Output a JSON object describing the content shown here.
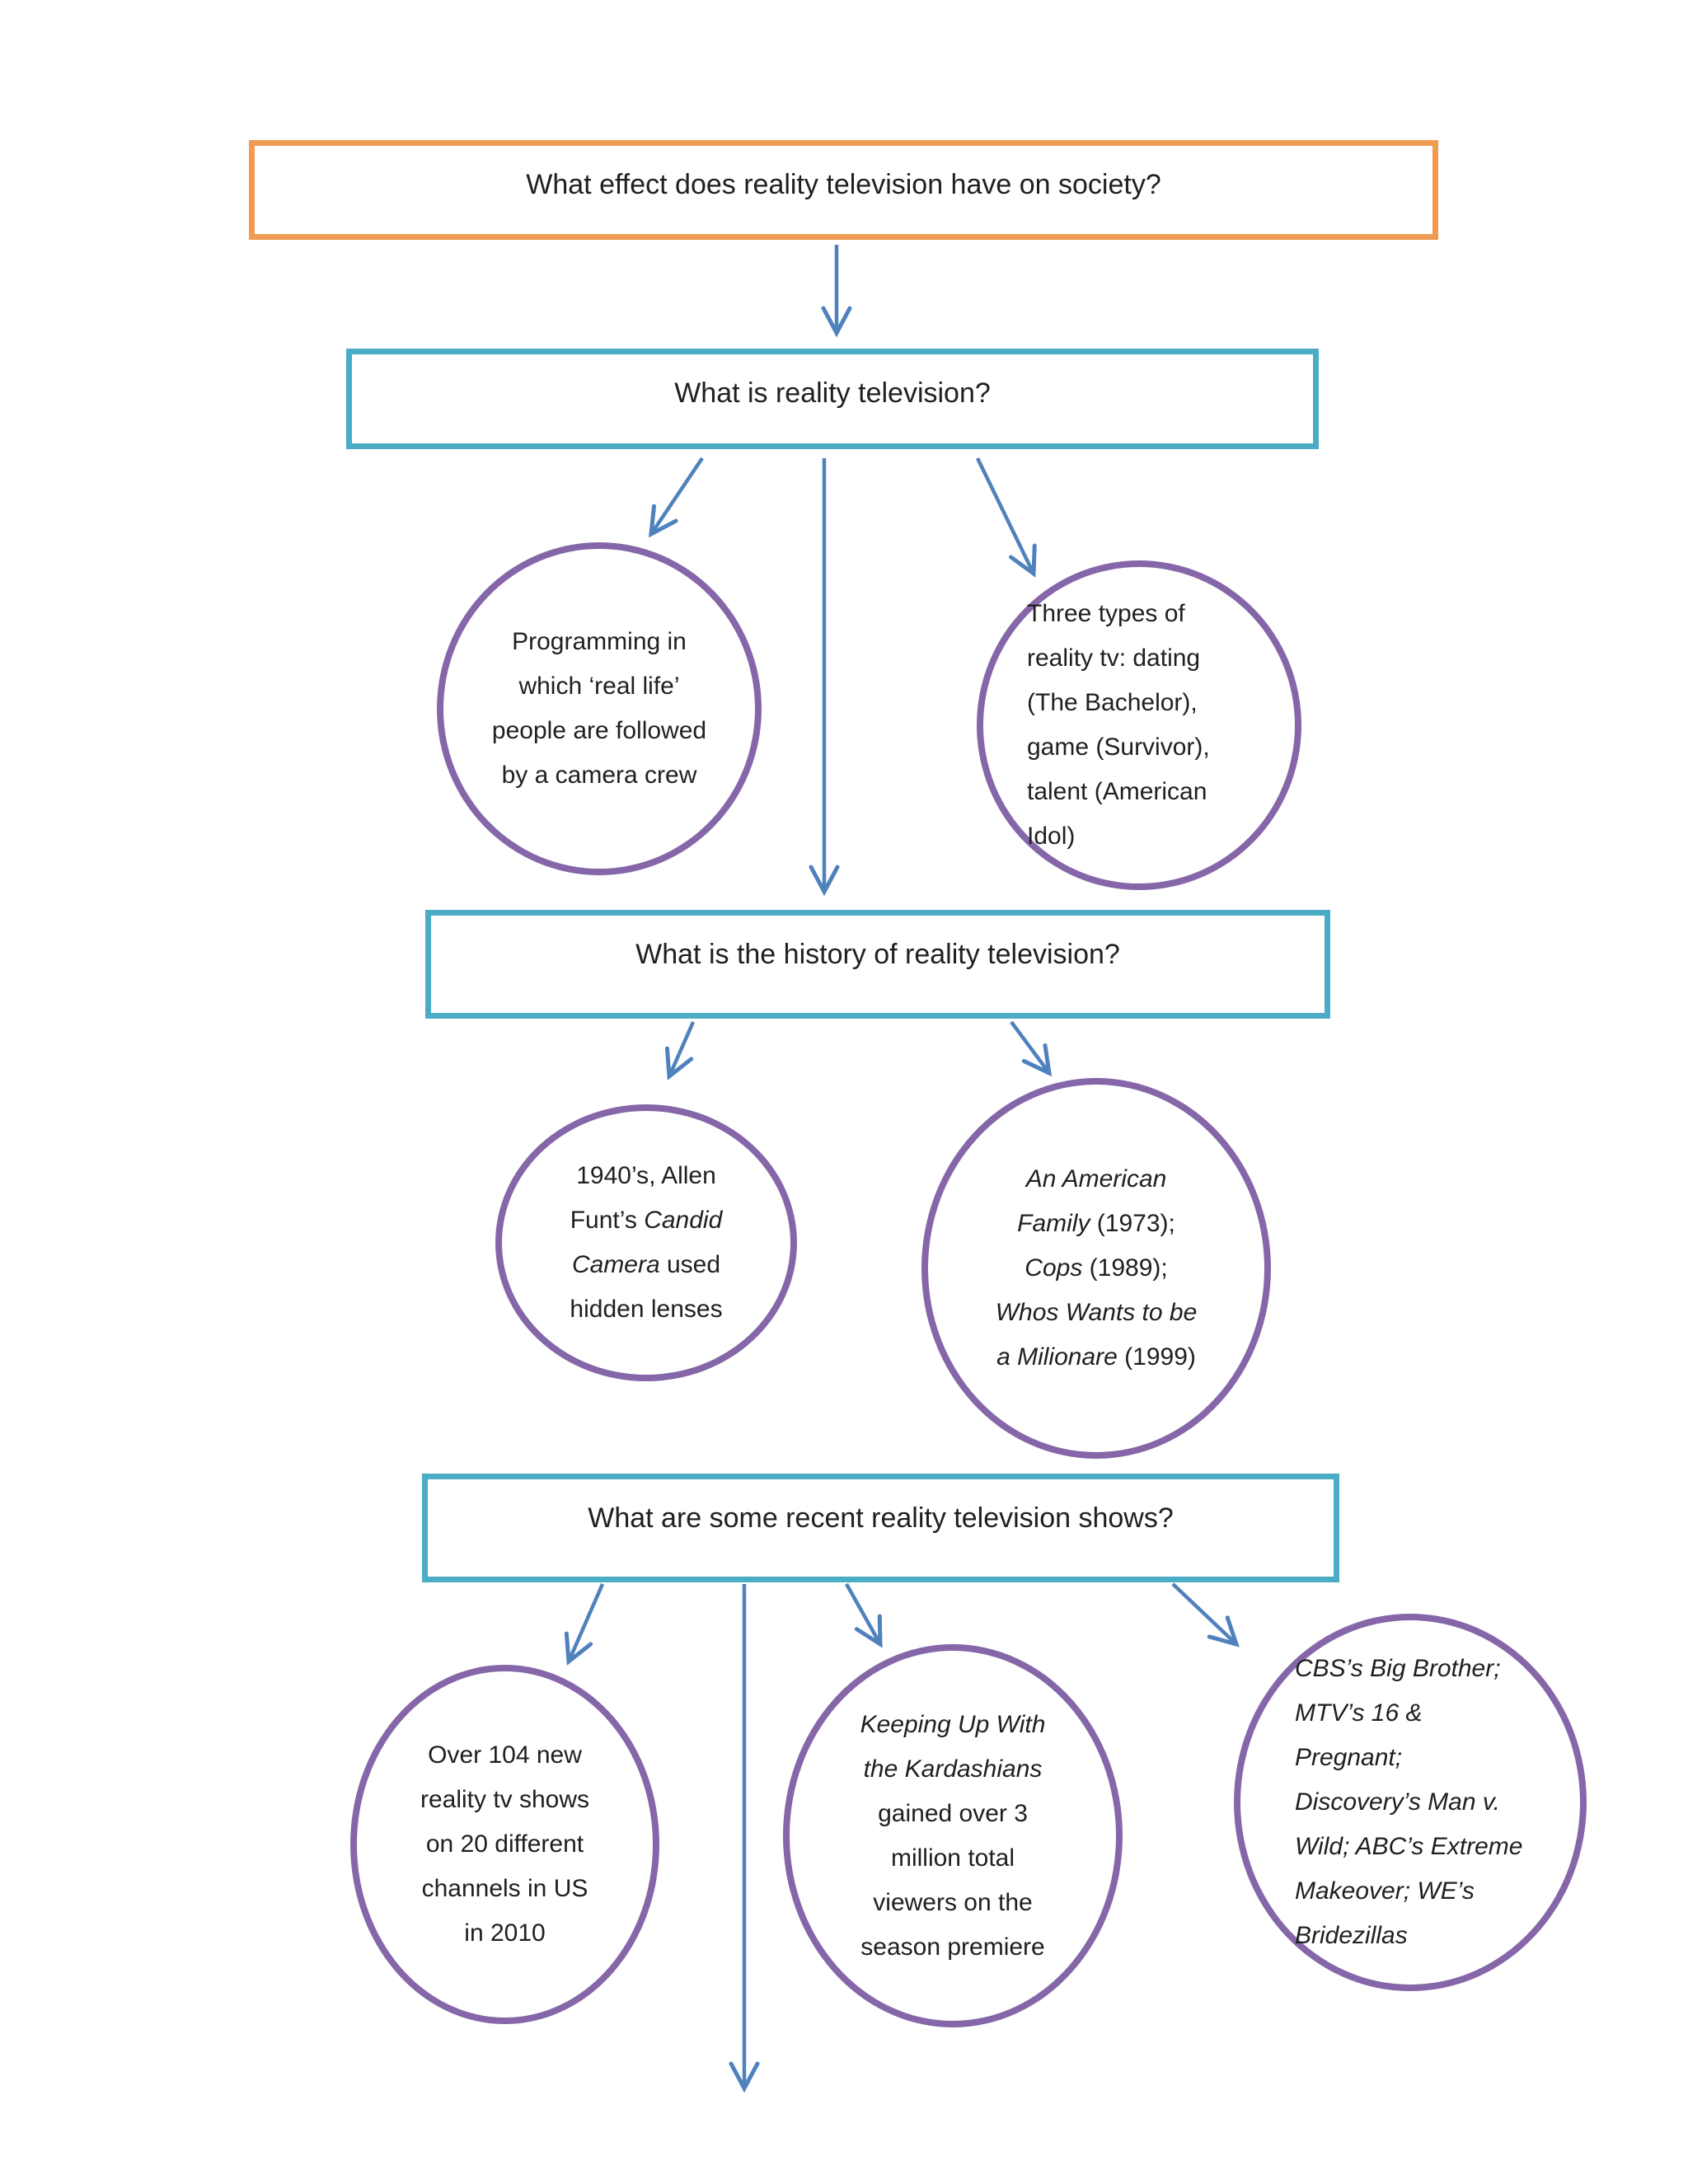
{
  "colors": {
    "orange": "#F09B51",
    "teal": "#4BACC6",
    "purple": "#8566A8",
    "arrow": "#4F81BD",
    "text": "#202020"
  },
  "nodes": {
    "main": {
      "label": "What effect does reality television have on society?"
    },
    "what": {
      "label": "What is reality television?"
    },
    "history": {
      "label": "What is the history of reality television?"
    },
    "recent": {
      "label": "What are some recent reality television shows?"
    },
    "definition": {
      "segments": [
        {
          "t": "Programming in which ‘real life’ people are followed by a camera crew",
          "i": false
        }
      ]
    },
    "types": {
      "segments": [
        {
          "t": "Three types of reality tv: dating (The Bachelor), game (Survivor), talent (American Idol)",
          "i": false
        }
      ]
    },
    "origin": {
      "segments": [
        {
          "t": "1940’s, Allen Funt’s ",
          "i": false
        },
        {
          "t": "Candid Camera",
          "i": true
        },
        {
          "t": " used hidden lenses",
          "i": false
        }
      ]
    },
    "milestones": {
      "segments": [
        {
          "t": "An American Family",
          "i": true
        },
        {
          "t": " (1973); ",
          "i": false
        },
        {
          "t": "Cops",
          "i": true
        },
        {
          "t": " (1989); ",
          "i": false
        },
        {
          "t": "Whos Wants to be a Milionare",
          "i": true
        },
        {
          "t": " (1999)",
          "i": false
        }
      ]
    },
    "growth": {
      "segments": [
        {
          "t": "Over 104 new reality tv shows on 20 different channels in US in 2010",
          "i": false
        }
      ]
    },
    "kardashians": {
      "segments": [
        {
          "t": "Keeping Up With the Kardashians",
          "i": true
        },
        {
          "t": " gained over 3 million total viewers on the season premiere",
          "i": false
        }
      ]
    },
    "networks": {
      "segments": [
        {
          "t": "CBS’s Big Brother; MTV’s 16 & Pregnant; Discovery’s Man v. Wild; ABC’s Extreme Makeover; WE’s Bridezillas",
          "i": true
        }
      ]
    }
  }
}
